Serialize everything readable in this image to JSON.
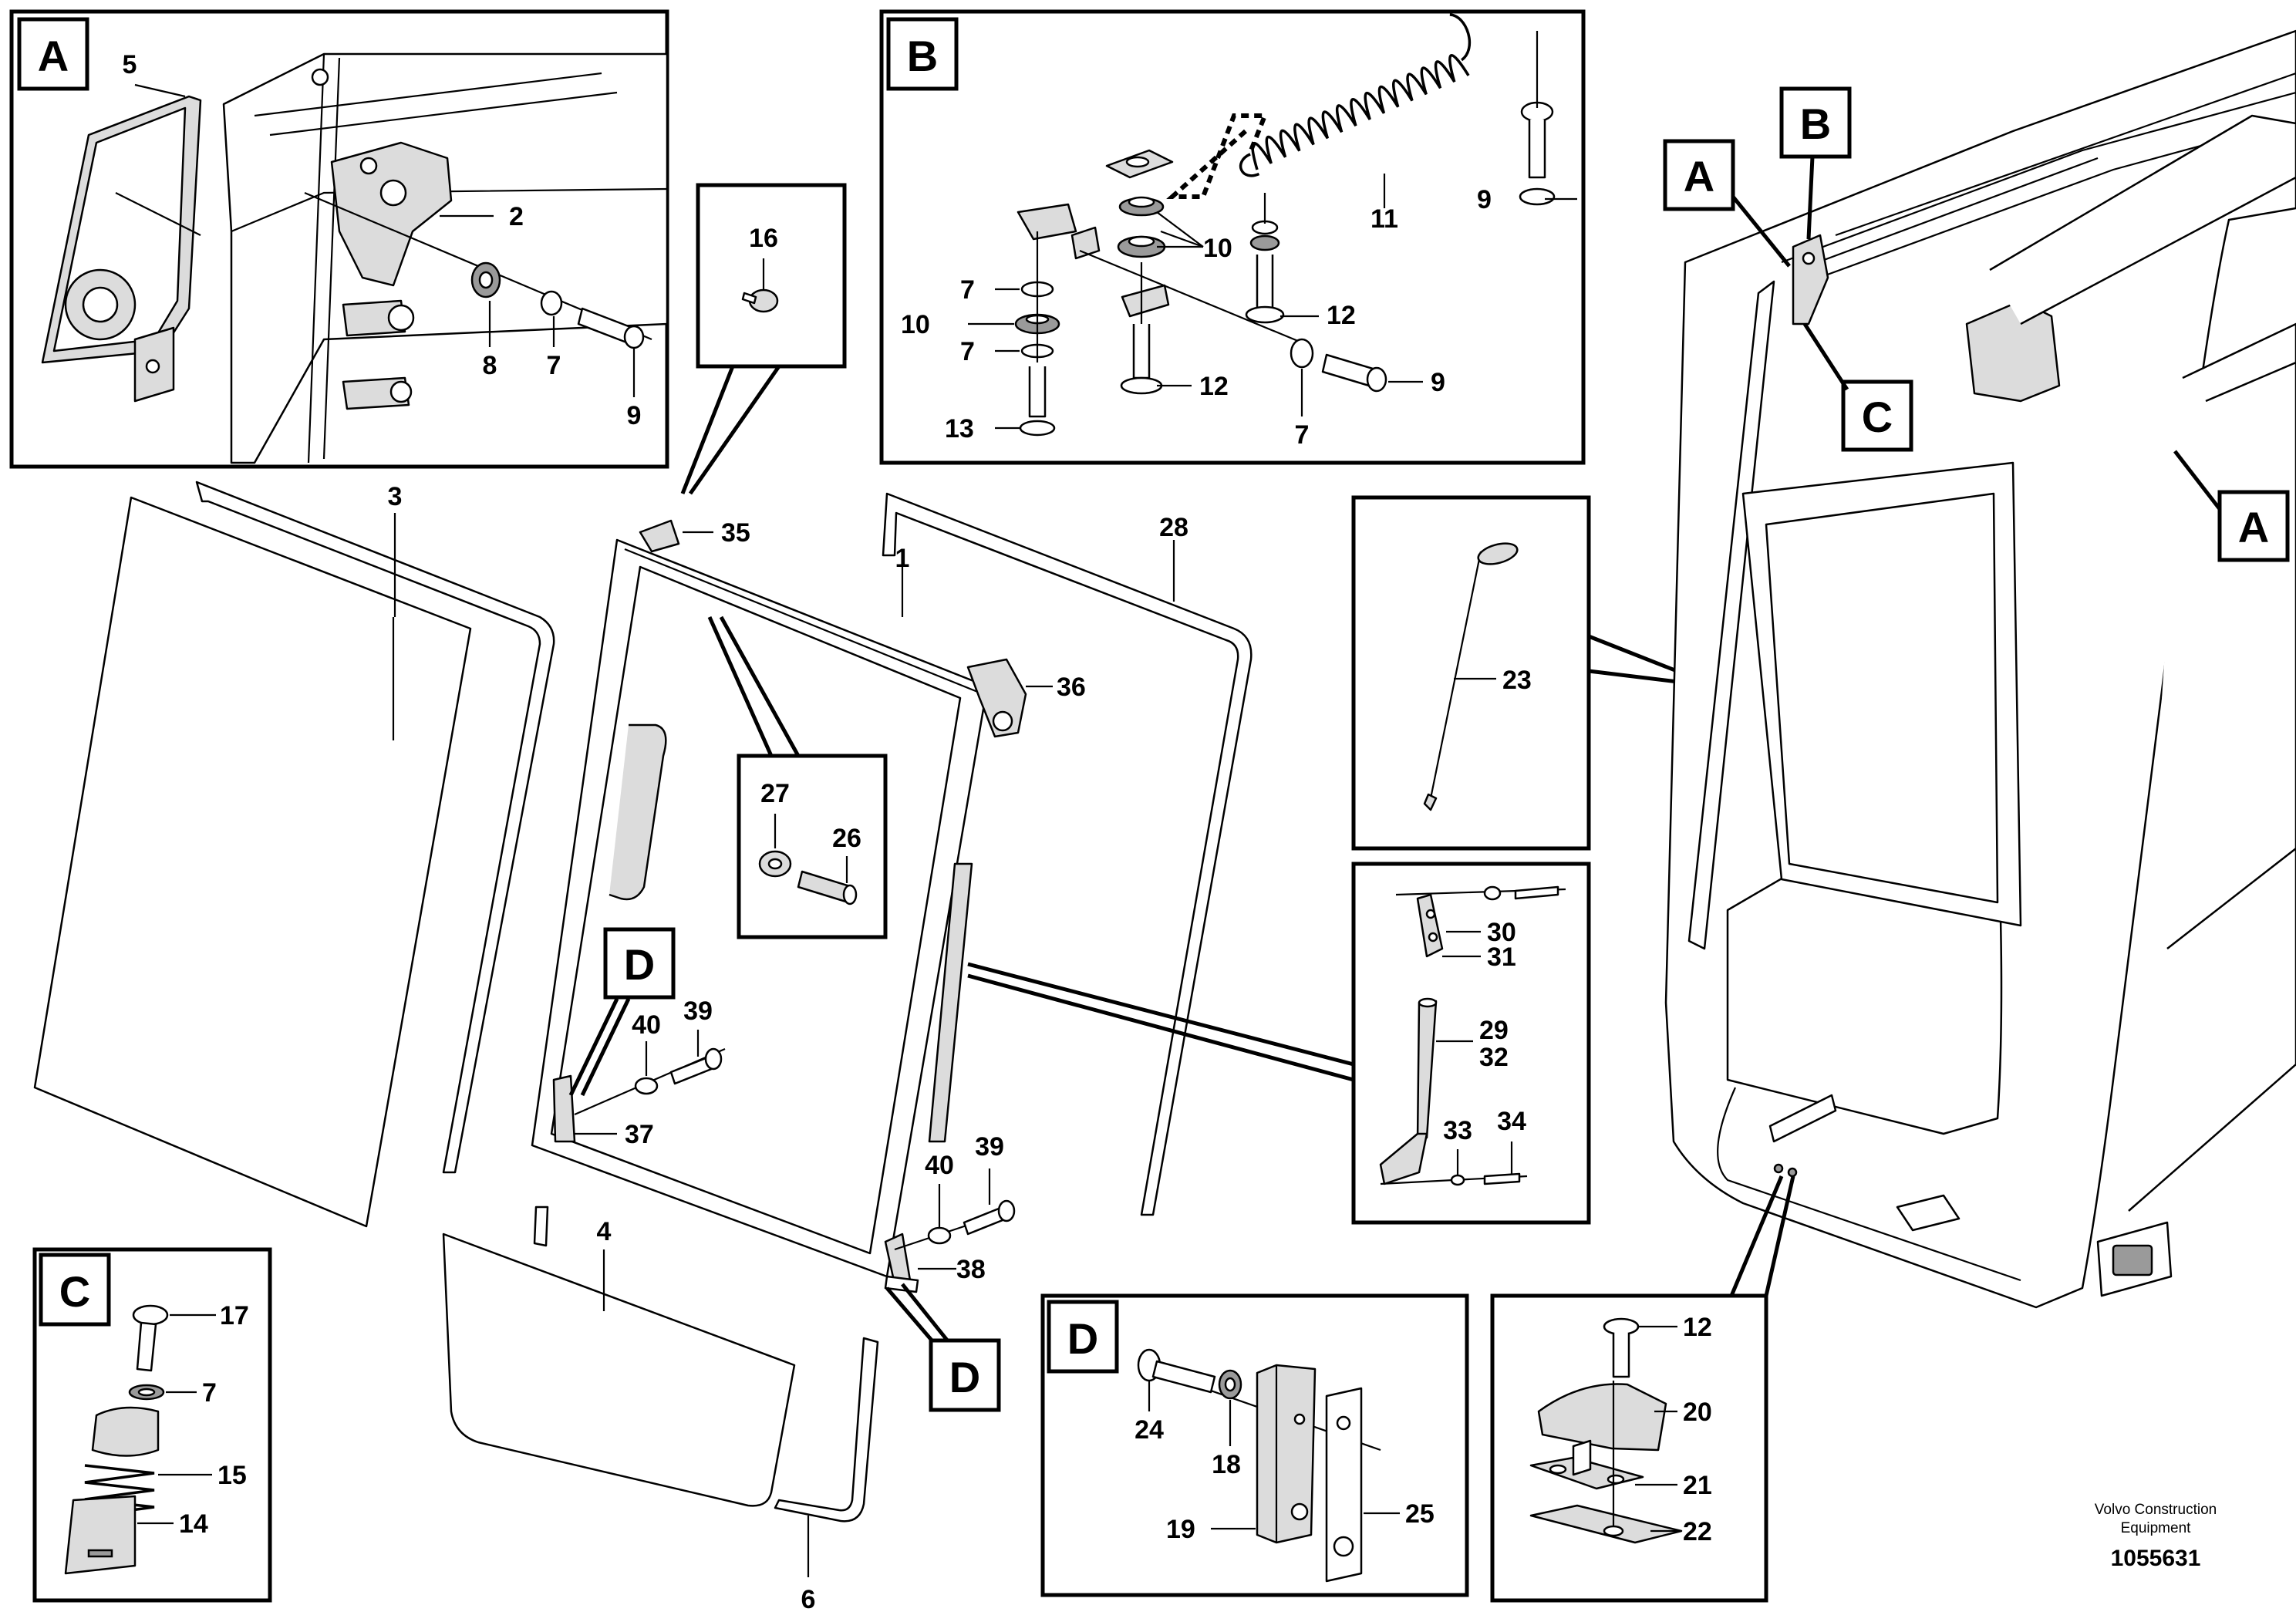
{
  "figure": {
    "footer": {
      "brand": "Volvo Construction",
      "brand_line2": "Equipment",
      "drawing_id": "1055631"
    }
  },
  "detail_tags": {
    "A": "A",
    "B": "B",
    "C": "C",
    "D": "D"
  },
  "callouts": {
    "n1": "1",
    "n2": "2",
    "n3": "3",
    "n4": "4",
    "n5": "5",
    "n6": "6",
    "n7": "7",
    "n8": "8",
    "n9": "9",
    "n10": "10",
    "n11": "11",
    "n12": "12",
    "n13": "13",
    "n14": "14",
    "n15": "15",
    "n16": "16",
    "n17": "17",
    "n18": "18",
    "n19": "19",
    "n20": "20",
    "n21": "21",
    "n22": "22",
    "n23": "23",
    "n24": "24",
    "n25": "25",
    "n26": "26",
    "n27": "27",
    "n28": "28",
    "n29": "29",
    "n30": "30",
    "n31": "31",
    "n32": "32",
    "n33": "33",
    "n34": "34",
    "n35": "35",
    "n36": "36",
    "n37": "37",
    "n38": "38",
    "n39": "39",
    "n40": "40"
  }
}
